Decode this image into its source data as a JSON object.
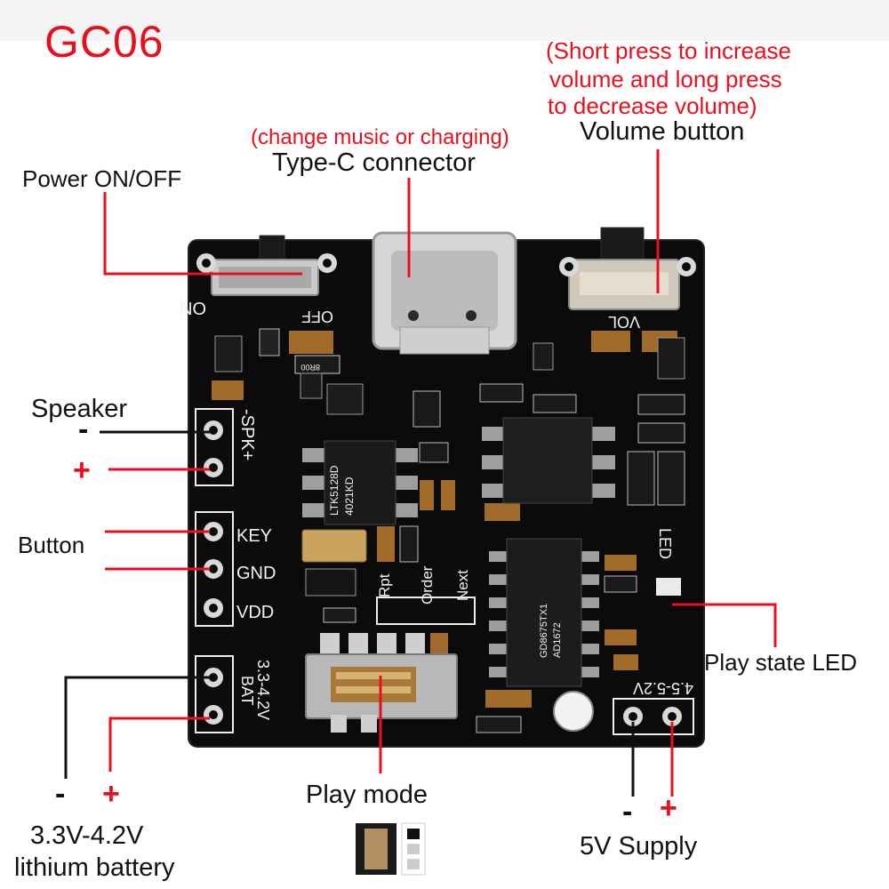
{
  "title": "GC06",
  "labels": {
    "volume_note": [
      "(Short press to increase",
      "volume and long press",
      "to decrease volume)"
    ],
    "volume_button": "Volume button",
    "typec_note": "(change music or charging)",
    "typec": "Type-C connector",
    "power": "Power ON/OFF",
    "speaker": "Speaker",
    "speaker_minus": "-",
    "speaker_plus": "+",
    "button": "Button",
    "play_led": "Play state LED",
    "battery_minus": "-",
    "battery_plus": "+",
    "battery_desc": [
      "3.3V-4.2V",
      "lithium battery"
    ],
    "play_mode": "Play mode",
    "supply_minus": "-",
    "supply_plus": "+",
    "supply": "5V Supply"
  },
  "silkscreen": {
    "on": "ON",
    "off": "OFF",
    "vol": "VOL",
    "spk": "-SPK+",
    "key": "KEY",
    "gnd": "GND",
    "vdd": "VDD",
    "rpt": "Rpt",
    "order": "Order",
    "next": "Next",
    "bat_v": "3.3-4.2V",
    "bat": "BAT",
    "v5": "4.5-5.2V",
    "led": "LED",
    "chip1": [
      "LTK5128D",
      "4021KD"
    ],
    "chip3": [
      "GD8675TX1",
      "AD1672"
    ],
    "r_8r00": "8R00"
  },
  "colors": {
    "accent": "#e8101e",
    "board": "#0b0b0c",
    "text": "#111111"
  }
}
